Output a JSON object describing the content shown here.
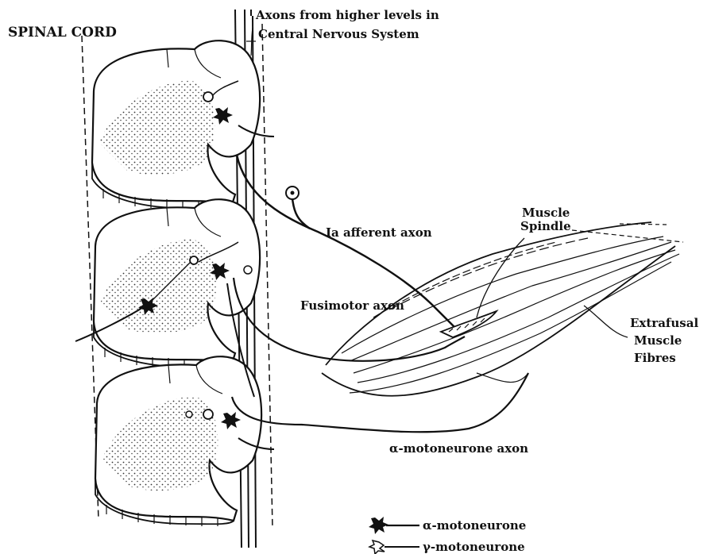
{
  "labels": {
    "spinal_cord": "SPINAL CORD",
    "axons_higher_line1": "Axons from higher levels in",
    "axons_higher_line2": "Central Nervous System",
    "ia_afferent": "Ia afferent axon",
    "muscle_spindle_line1": "Muscle",
    "muscle_spindle_line2": "Spindle",
    "extrafusal_line1": "Extrafusal",
    "extrafusal_line2": "Muscle",
    "extrafusal_line3": "Fibres",
    "fusimotor": "Fusimotor axon",
    "alpha_axon": "α-motoneurone axon"
  },
  "legend": {
    "alpha": "α-motoneurone",
    "gamma": "γ-motoneurone"
  }
}
